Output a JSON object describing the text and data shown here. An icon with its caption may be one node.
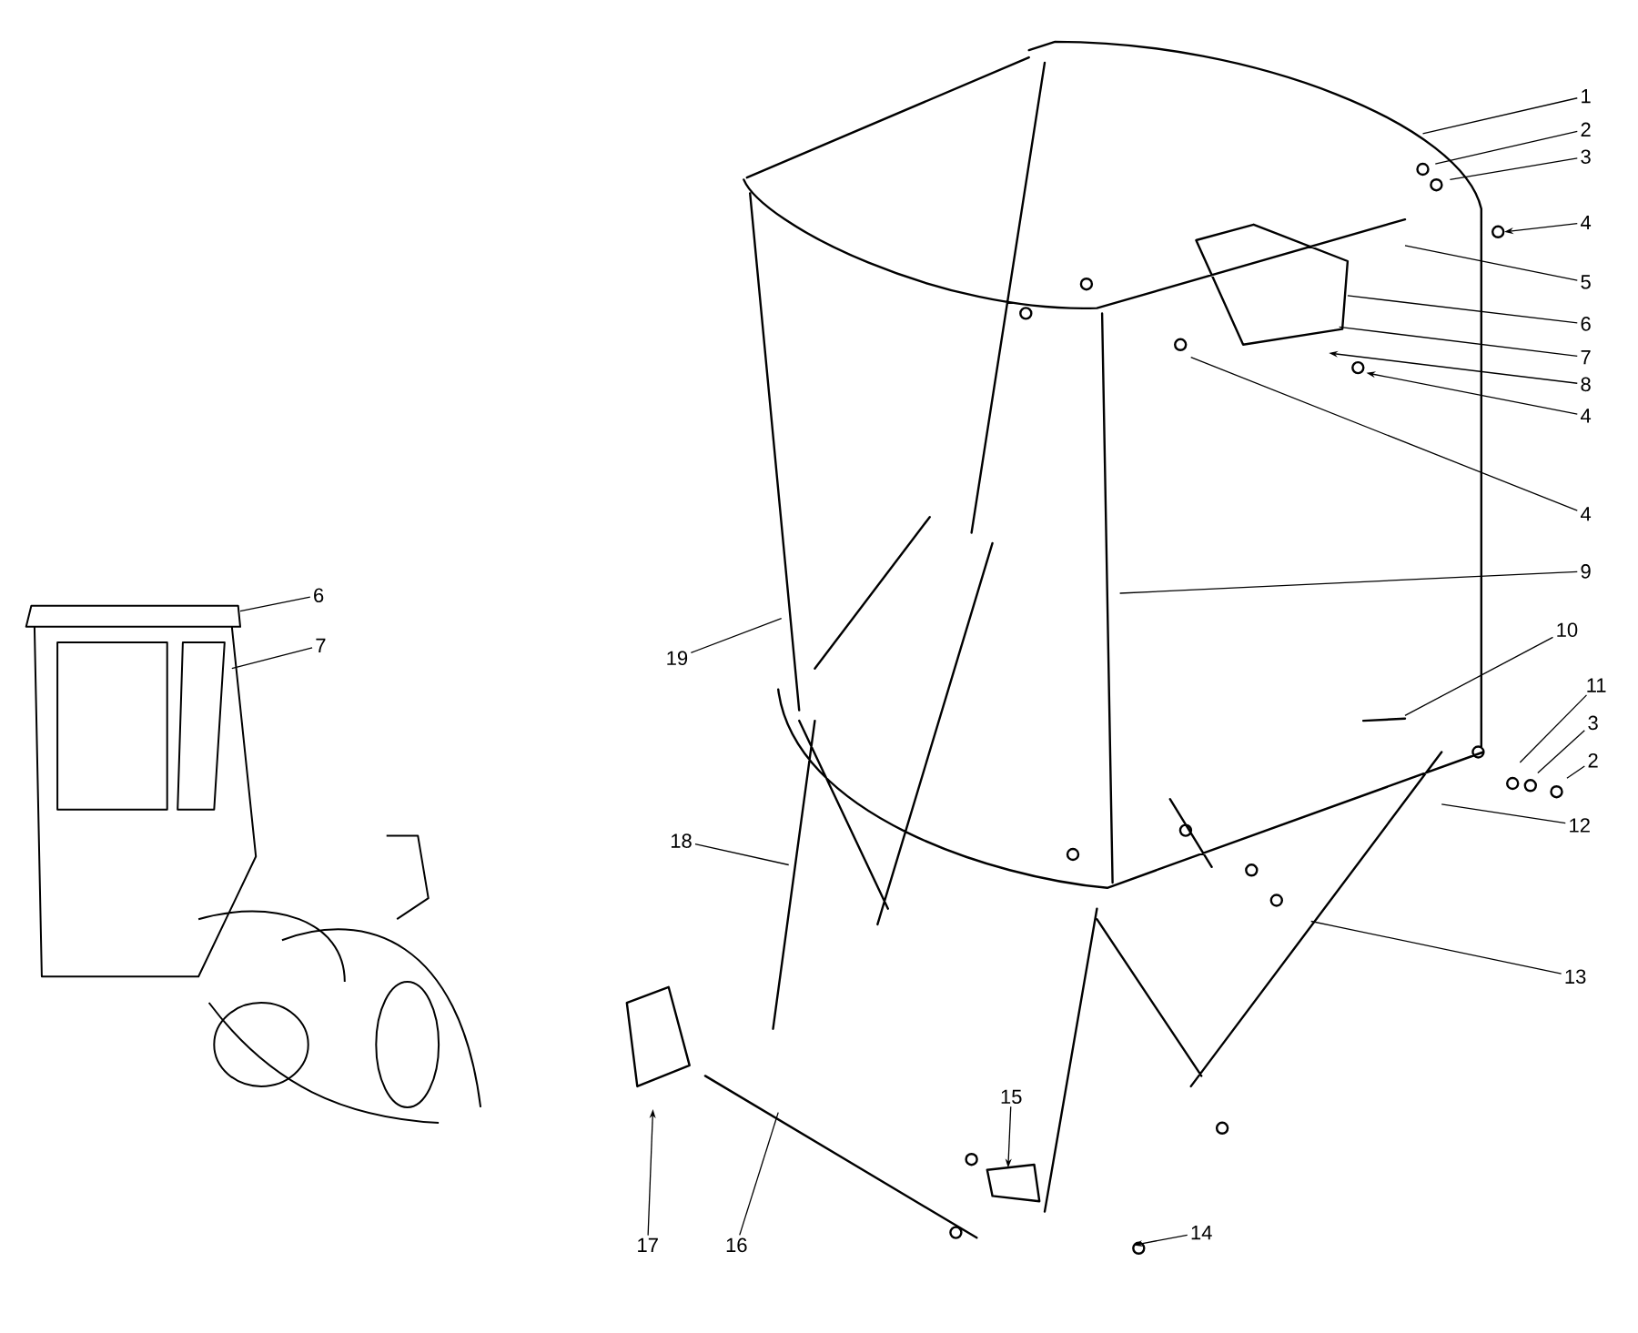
{
  "diagram": {
    "nodes": [
      {
        "text": [
          "1"
        ]
      },
      {
        "text": [
          "2"
        ]
      },
      {
        "text": [
          "3"
        ]
      },
      {
        "text": [
          "4"
        ]
      },
      {
        "text": [
          "5"
        ]
      },
      {
        "text": [
          "6"
        ]
      },
      {
        "text": [
          "7"
        ]
      },
      {
        "text": [
          "8"
        ]
      },
      {
        "text": [
          "4"
        ]
      },
      {
        "text": [
          "4"
        ]
      },
      {
        "text": [
          "9"
        ]
      },
      {
        "text": [
          "10"
        ]
      },
      {
        "text": [
          "11"
        ]
      },
      {
        "text": [
          "3"
        ]
      },
      {
        "text": [
          "2"
        ]
      },
      {
        "text": [
          "12"
        ]
      },
      {
        "text": [
          "13"
        ]
      },
      {
        "text": [
          "19"
        ]
      },
      {
        "text": [
          "18"
        ]
      },
      {
        "text": [
          "15"
        ]
      },
      {
        "text": [
          "14"
        ]
      },
      {
        "text": [
          "17"
        ]
      },
      {
        "text": [
          "16"
        ]
      },
      {
        "text": [
          "6"
        ]
      },
      {
        "text": [
          "7"
        ]
      }
    ],
    "edges": [
      {
        "from": 0,
        "to": null,
        "arrow": "none"
      },
      {
        "from": 1,
        "to": null,
        "arrow": "none"
      },
      {
        "from": 2,
        "to": null,
        "arrow": "none"
      },
      {
        "from": 3,
        "to": null,
        "arrow": "to"
      },
      {
        "from": 4,
        "to": null,
        "arrow": "none"
      },
      {
        "from": 5,
        "to": null,
        "arrow": "none"
      },
      {
        "from": 6,
        "to": null,
        "arrow": "none"
      },
      {
        "from": 7,
        "to": null,
        "arrow": "to"
      },
      {
        "from": 8,
        "to": null,
        "arrow": "to"
      },
      {
        "from": 9,
        "to": null,
        "arrow": "none"
      },
      {
        "from": 10,
        "to": null,
        "arrow": "none"
      },
      {
        "from": 11,
        "to": null,
        "arrow": "none"
      },
      {
        "from": 12,
        "to": null,
        "arrow": "none"
      },
      {
        "from": 13,
        "to": null,
        "arrow": "none"
      },
      {
        "from": 14,
        "to": null,
        "arrow": "none"
      },
      {
        "from": 15,
        "to": null,
        "arrow": "none"
      },
      {
        "from": 16,
        "to": null,
        "arrow": "none"
      },
      {
        "from": 17,
        "to": null,
        "arrow": "none"
      },
      {
        "from": 18,
        "to": null,
        "arrow": "none"
      },
      {
        "from": 19,
        "to": null,
        "arrow": "to"
      },
      {
        "from": 20,
        "to": null,
        "arrow": "to"
      },
      {
        "from": 21,
        "to": null,
        "arrow": "to"
      },
      {
        "from": 22,
        "to": null,
        "arrow": "none"
      },
      {
        "from": 23,
        "to": null,
        "arrow": "none"
      },
      {
        "from": 24,
        "to": null,
        "arrow": "none"
      }
    ]
  }
}
